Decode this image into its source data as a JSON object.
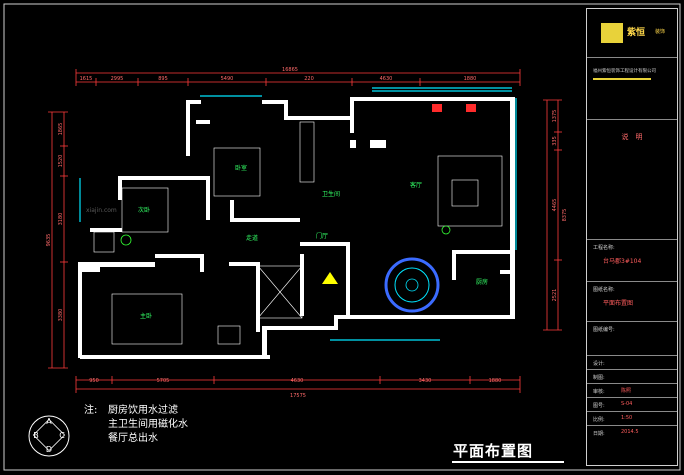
{
  "dimensions": {
    "top_total": "16865",
    "top": [
      "1615",
      "2995",
      "895",
      "5490",
      "220",
      "4630",
      "1880"
    ],
    "bottom_total": "17575",
    "bottom": [
      "950",
      "5705",
      "4630",
      "3430",
      "1880"
    ],
    "left_total": "9635",
    "left": [
      "1865",
      "1520",
      "3180",
      "3380"
    ],
    "right_total": "8375",
    "right": [
      "1375",
      "335",
      "4465",
      "2521"
    ]
  },
  "rooms": {
    "bedroom_2": "次卧",
    "bedroom_3": "卧室",
    "master_bedroom": "主卧",
    "corridor": "走道",
    "living_room": "客厅",
    "entrance": "门厅",
    "kitchen": "厨房",
    "bathroom": "卫生间"
  },
  "watermark": "xiajin.com",
  "compass_letters": [
    "A",
    "B",
    "C",
    "D"
  ],
  "notes": {
    "header": "注:",
    "lines": [
      "厨房饮用水过滤",
      "主卫生间用磁化水",
      "餐厅总出水"
    ]
  },
  "title_block": {
    "logo_text": "紫恒",
    "logo_sub": "装饰",
    "company_line": "福州紫恒装饰工程设计有限公司",
    "section_notes": "说　明",
    "project_label": "工程名称:",
    "project_value": "台马郡3#104",
    "drawing_label": "图纸名称:",
    "drawing_value": "平面布置图",
    "drawing_no_label": "图纸编号:",
    "designer_label": "设计:",
    "drafter_label": "制图:",
    "checker_label": "审核:",
    "checker_value": "陈照",
    "sheet_label": "图号:",
    "sheet_value": "S-04",
    "scale_label": "比例:",
    "scale_value": "1:50",
    "date_label": "日期:",
    "date_value": "2014.5"
  },
  "title": "平面布置图",
  "colors": {
    "wall": "#ffffff",
    "dimension": "#ff3b3b",
    "cyan": "#00e5ff",
    "yellow": "#ffff00",
    "green": "#33ff33",
    "blue": "#3b6bff"
  }
}
